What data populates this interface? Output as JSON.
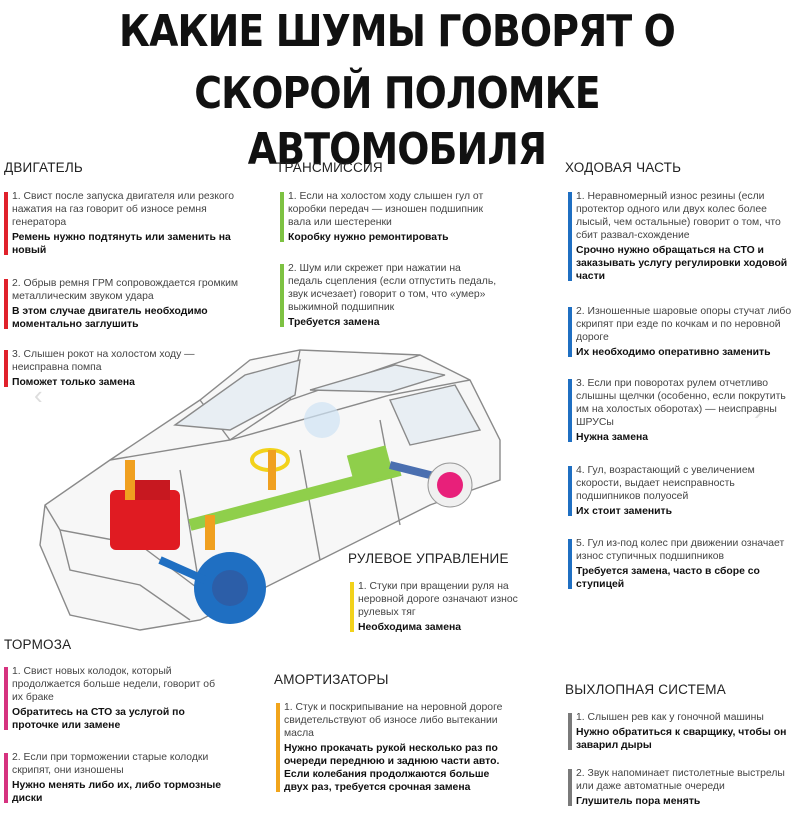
{
  "title": {
    "line1": "КАКИЕ ШУМЫ ГОВОРЯТ О",
    "line2": "СКОРОЙ ПОЛОМКЕ АВТОМОБИЛЯ"
  },
  "colors": {
    "engine": "#e0212b",
    "transmission": "#7dc242",
    "chassis": "#1f6fc2",
    "steering": "#f2d21b",
    "brakes": "#d6327f",
    "shocks": "#f1a51c",
    "exhaust": "#7a7a7a"
  },
  "sections": {
    "engine": {
      "title": "ДВИГАТЕЛЬ",
      "items": [
        {
          "text": "1. Свист после запуска двигателя или резкого нажатия на газ говорит об износе ремня генератора",
          "action": "Ремень нужно подтянуть или заменить на новый"
        },
        {
          "text": "2. Обрыв ремня ГРМ сопровождается громким металлическим звуком удара",
          "action": "В этом случае двигатель необходимо моментально заглушить"
        },
        {
          "text": "3. Слышен рокот на холостом ходу — неисправна помпа",
          "action": "Поможет только замена"
        }
      ]
    },
    "transmission": {
      "title": "ТРАНСМИССИЯ",
      "items": [
        {
          "text": "1. Если на холостом ходу слышен гул от коробки передач — изношен подшипник вала или шестеренки",
          "action": "Коробку нужно ремонтировать"
        },
        {
          "text": "2. Шум или скрежет при нажатии на педаль сцепления (если отпустить педаль, звук исчезает) говорит о том, что «умер» выжимной подшипник",
          "action": "Требуется замена"
        }
      ]
    },
    "chassis": {
      "title": "ХОДОВАЯ ЧАСТЬ",
      "items": [
        {
          "text": "1. Неравномерный износ резины (если протектор одного или двух колес более лысый, чем остальные) говорит о том, что сбит развал-схождение",
          "action": "Срочно нужно обращаться на СТО и заказывать услугу регулировки ходовой части"
        },
        {
          "text": "2. Изношенные шаровые опоры стучат либо скрипят при езде по кочкам и по неровной дороге",
          "action": "Их необходимо оперативно заменить"
        },
        {
          "text": "3. Если при поворотах рулем отчетливо слышны щелчки (особенно, если покрутить им на холостых оборотах) — неисправны ШРУСы",
          "action": "Нужна замена"
        },
        {
          "text": "4. Гул, возрастающий с увеличением скорости, выдает неисправность подшипников полуосей",
          "action": "Их стоит заменить"
        },
        {
          "text": "5. Гул из-под колес при движении означает износ ступичных подшипников",
          "action": "Требуется замена, часто в сборе со ступицей"
        }
      ]
    },
    "steering": {
      "title": "РУЛЕВОЕ УПРАВЛЕНИЕ",
      "items": [
        {
          "text": "1. Стуки при вращении руля на неровной дороге означают износ рулевых тяг",
          "action": "Необходима замена"
        }
      ]
    },
    "brakes": {
      "title": "ТОРМОЗА",
      "items": [
        {
          "text": "1. Свист новых колодок, который продолжается больше недели, говорит об их браке",
          "action": "Обратитесь на СТО за услугой по проточке или замене"
        },
        {
          "text": "2. Если при торможении старые колодки скрипят, они изношены",
          "action": "Нужно менять либо их, либо тормозные диски"
        }
      ]
    },
    "shocks": {
      "title": "АМОРТИЗАТОРЫ",
      "items": [
        {
          "text": "1. Стук и поскрипывание на неровной дороге свидетельствуют об износе либо вытекании масла",
          "action": "Нужно прокачать рукой несколько раз по очереди переднюю и заднюю части авто. Если колебания продолжаются больше двух раз, требуется срочная замена"
        }
      ]
    },
    "exhaust": {
      "title": "ВЫХЛОПНАЯ СИСТЕМА",
      "items": [
        {
          "text": "1. Слышен рев как у гоночной машины",
          "action": "Нужно обратиться к сварщику, чтобы он заварил дыры"
        },
        {
          "text": "2. Звук напоминает пистолетные выстрелы или даже автоматные очереди",
          "action": "Глушитель пора менять"
        }
      ]
    }
  },
  "nav": {
    "prev_icon": "chevron-left-icon",
    "next_icon": "chevron-right-icon"
  }
}
